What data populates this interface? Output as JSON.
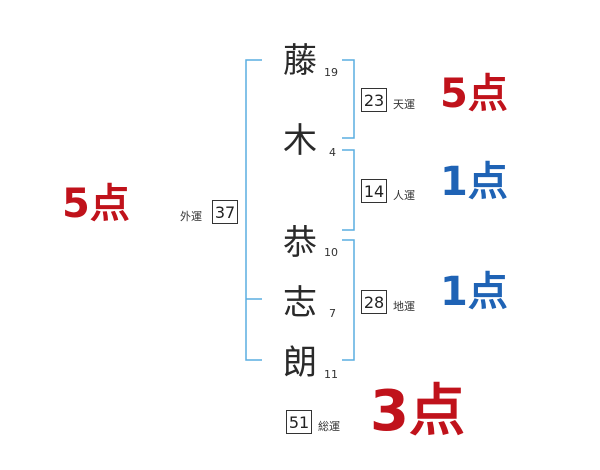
{
  "name_chars": [
    {
      "char": "藤",
      "strokes": "19"
    },
    {
      "char": "木",
      "strokes": "4"
    },
    {
      "char": "恭",
      "strokes": "10"
    },
    {
      "char": "志",
      "strokes": "7"
    },
    {
      "char": "朗",
      "strokes": "11"
    }
  ],
  "fortunes": {
    "ten": {
      "label": "天運",
      "value": "23",
      "score": "5点"
    },
    "jin": {
      "label": "人運",
      "value": "14",
      "score": "1点"
    },
    "chi": {
      "label": "地運",
      "value": "28",
      "score": "1点"
    },
    "gai": {
      "label": "外運",
      "value": "37",
      "score": "5点"
    },
    "so": {
      "label": "総運",
      "value": "51",
      "score": "3点"
    }
  },
  "colors": {
    "red": "#c0121b",
    "blue": "#1f63b5",
    "bracket": "#5aaee0"
  }
}
